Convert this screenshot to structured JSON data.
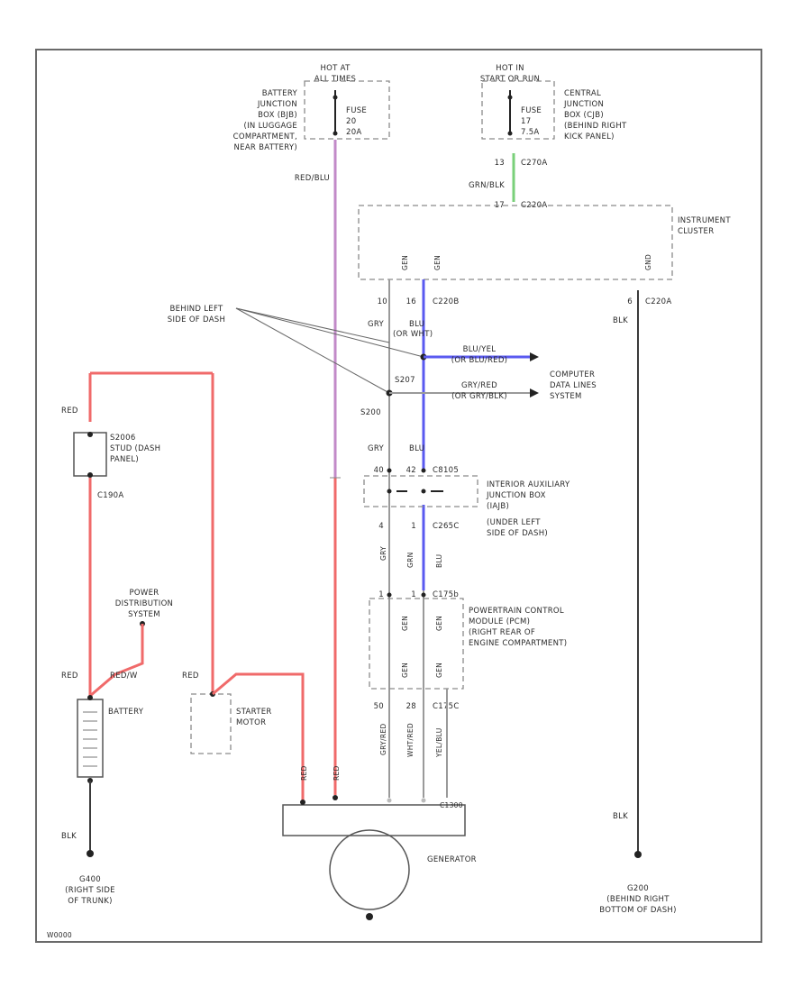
{
  "diagram": {
    "colors": {
      "red": "#f06a6a",
      "violet": "#c28ac8",
      "green": "#7ad07a",
      "blue": "#5a5af0",
      "gray": "#9a9a9a",
      "dark": "#3a3a3a",
      "border": "#6a6a6a"
    },
    "footer_code": "W0000",
    "fuse_left": {
      "hot_line1": "HOT AT",
      "hot_line2": "ALL TIMES",
      "fuse_line1": "FUSE",
      "fuse_line2": "20",
      "fuse_line3": "20A",
      "box_label": [
        "BATTERY",
        "JUNCTION",
        "BOX (BJB)",
        "(IN LUGGAGE",
        "COMPARTMENT,",
        "NEAR BATTERY)"
      ],
      "wire_label": "RED/BLU"
    },
    "fuse_right": {
      "hot_line1": "HOT IN",
      "hot_line2": "START OR RUN",
      "fuse_line1": "FUSE",
      "fuse_line2": "17",
      "fuse_line3": "7.5A",
      "box_label": [
        "CENTRAL",
        "JUNCTION",
        "BOX (CJB)",
        "(BEHIND RIGHT",
        "KICK PANEL)"
      ],
      "pin": "13",
      "connector": "C270A",
      "wire_label": "GRN/BLK",
      "pin_bottom": "17",
      "connector_bottom": "C220A"
    },
    "cluster": {
      "label": [
        "INSTRUMENT",
        "CLUSTER"
      ],
      "pin_labels": [
        "GEN",
        "GEN",
        "GND"
      ],
      "pin_a": "10",
      "pin_b": "16",
      "connector_a": "C220B",
      "pin_c": "6",
      "connector_c": "C220A"
    },
    "splices": {
      "callout": [
        "BEHIND LEFT",
        "SIDE OF DASH"
      ],
      "wire_a": "GRY",
      "wire_b": "BLU",
      "wire_b2": "(OR WHT)",
      "s1": "S207",
      "s2": "S200",
      "bus_label1a": "BLU/YEL",
      "bus_label1b": "(OR BLU/RED)",
      "bus_label2a": "GRY/RED",
      "bus_label2b": "(OR GRY/BLK)",
      "data_label": [
        "COMPUTER",
        "DATA LINES",
        "SYSTEM"
      ],
      "lower_a": "GRY",
      "lower_b": "BLU"
    },
    "aux_box": {
      "pin_a": "40",
      "pin_b": "42",
      "connector": "C8105",
      "label": [
        "INTERIOR AUXILIARY",
        "JUNCTION BOX",
        "(IAJB)",
        "(UNDER LEFT",
        "SIDE OF DASH)"
      ],
      "pin_c": "4",
      "pin_d": "1",
      "connector_b": "C265C",
      "wire_a": "GRY",
      "wire_b": "GRN",
      "wire_c": "BLU"
    },
    "pcm": {
      "pin_a": "1",
      "pin_b": "1",
      "connector": "C175b",
      "label": [
        "POWERTRAIN CONTROL",
        "MODULE (PCM)",
        "(RIGHT REAR OF",
        "ENGINE COMPARTMENT)"
      ],
      "pin_labels_top": [
        "GEN",
        "GEN"
      ],
      "pin_labels_bottom": [
        "GEN",
        "GEN"
      ],
      "pin_c": "50",
      "pin_d": "28",
      "connector_b": "C175C",
      "wire_labels": [
        "GRY/RED",
        "WHT/RED",
        "YEL/BLU"
      ]
    },
    "left_side": {
      "wire_red_top": "RED",
      "fuse_id": "S2006",
      "fuse_label": [
        "STUD (DASH",
        "PANEL)"
      ],
      "connector": "C190A",
      "pds_label": [
        "POWER",
        "DISTRIBUTION",
        "SYSTEM"
      ],
      "wire_red_mid": "RED",
      "wire_red_pds": "RED/W",
      "battery_label": "BATTERY",
      "wire_blk": "BLK",
      "ground_label": [
        "G400",
        "(RIGHT SIDE",
        "OF TRUNK)"
      ]
    },
    "starter": {
      "wire_label": "RED",
      "label": [
        "STARTER",
        "MOTOR"
      ]
    },
    "generator": {
      "label": "GENERATOR",
      "stud_labels": [
        "RED",
        "RED"
      ],
      "connector": "C1300"
    },
    "right_ground": {
      "wire_top": "BLK",
      "wire_bottom": "BLK",
      "label": [
        "G200",
        "(BEHIND RIGHT",
        "BOTTOM OF DASH)"
      ]
    }
  }
}
